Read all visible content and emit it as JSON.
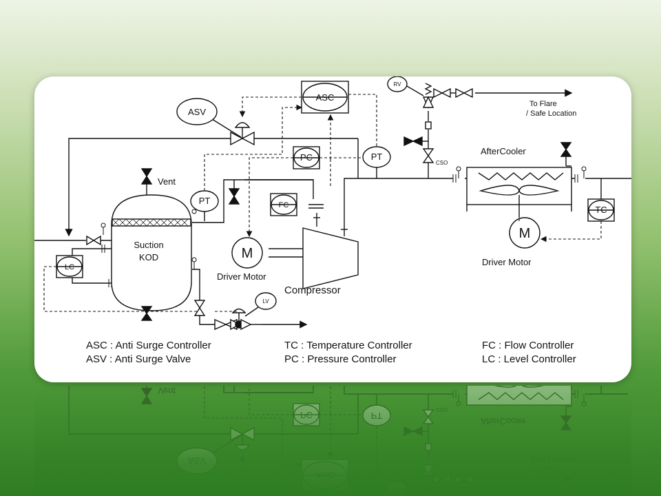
{
  "equipment": {
    "asc": "ASC",
    "asv": "ASV",
    "rv": "RV",
    "pc": "PC",
    "pt_left": "PT",
    "pt_right": "PT",
    "fc": "FC",
    "lc": "LC",
    "lv": "LV",
    "tc": "TC",
    "motor_symbol_left": "M",
    "motor_symbol_right": "M",
    "suction_line1": "Suction",
    "suction_line2": "KOD",
    "vent": "Vent",
    "driver_motor_left": "Driver Motor",
    "driver_motor_right": "Driver Motor",
    "compressor": "Compressor",
    "aftercooler": "AfterCooler",
    "cso": "CSO",
    "to_flare_line1": "To Flare",
    "to_flare_line2": "/ Safe Location"
  },
  "legend": [
    "ASC : Anti Surge Controller",
    "ASV : Anti Surge Valve",
    "TC : Temperature Controller",
    "PC : Pressure Controller",
    "FC : Flow Controller",
    "LC : Level Controller"
  ]
}
